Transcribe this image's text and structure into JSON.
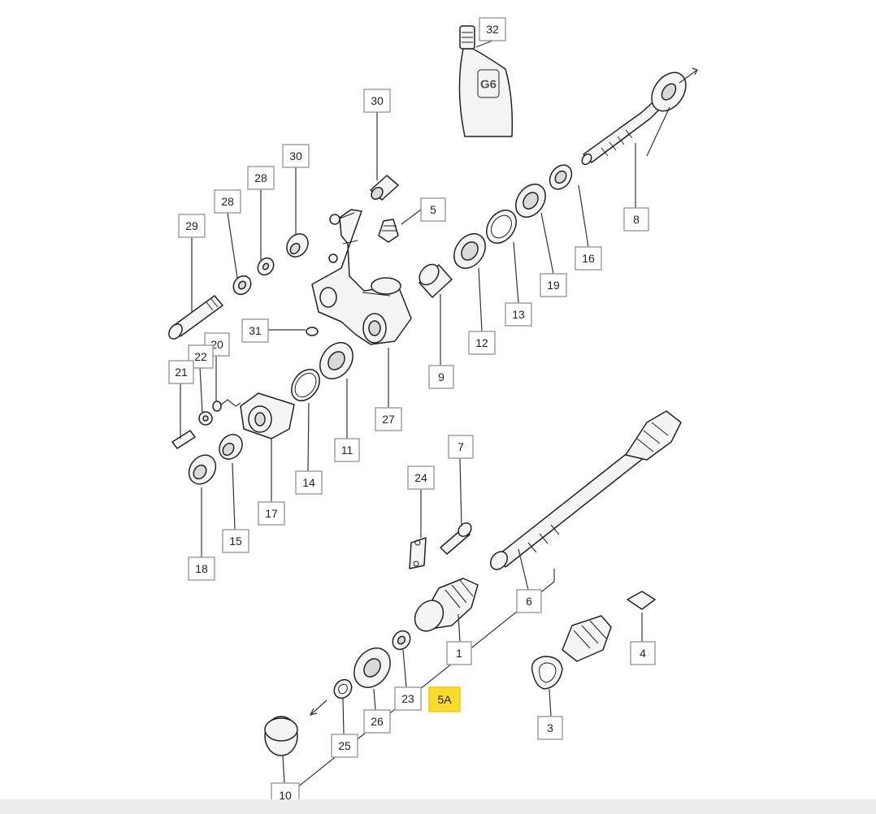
{
  "diagram": {
    "highlight_color": "#f9dc2a",
    "callouts": [
      {
        "id": "c32",
        "label": "32"
      },
      {
        "id": "c30a",
        "label": "30"
      },
      {
        "id": "c30b",
        "label": "30"
      },
      {
        "id": "c28a",
        "label": "28"
      },
      {
        "id": "c28b",
        "label": "28"
      },
      {
        "id": "c29",
        "label": "29"
      },
      {
        "id": "c5",
        "label": "5"
      },
      {
        "id": "c8",
        "label": "8"
      },
      {
        "id": "c16",
        "label": "16"
      },
      {
        "id": "c19",
        "label": "19"
      },
      {
        "id": "c13",
        "label": "13"
      },
      {
        "id": "c12",
        "label": "12"
      },
      {
        "id": "c9",
        "label": "9"
      },
      {
        "id": "c27",
        "label": "27"
      },
      {
        "id": "c31",
        "label": "31"
      },
      {
        "id": "c20",
        "label": "20"
      },
      {
        "id": "c22",
        "label": "22"
      },
      {
        "id": "c21",
        "label": "21"
      },
      {
        "id": "c11",
        "label": "11"
      },
      {
        "id": "c14",
        "label": "14"
      },
      {
        "id": "c17",
        "label": "17"
      },
      {
        "id": "c15",
        "label": "15"
      },
      {
        "id": "c18",
        "label": "18"
      },
      {
        "id": "c24",
        "label": "24"
      },
      {
        "id": "c7",
        "label": "7"
      },
      {
        "id": "c6",
        "label": "6"
      },
      {
        "id": "c1",
        "label": "1"
      },
      {
        "id": "c4",
        "label": "4"
      },
      {
        "id": "c3",
        "label": "3"
      },
      {
        "id": "c23",
        "label": "23"
      },
      {
        "id": "c5a",
        "label": "5A",
        "highlight": true
      },
      {
        "id": "c26",
        "label": "26"
      },
      {
        "id": "c25",
        "label": "25"
      },
      {
        "id": "c10",
        "label": "10"
      }
    ],
    "grease_tube_label": "G6"
  }
}
